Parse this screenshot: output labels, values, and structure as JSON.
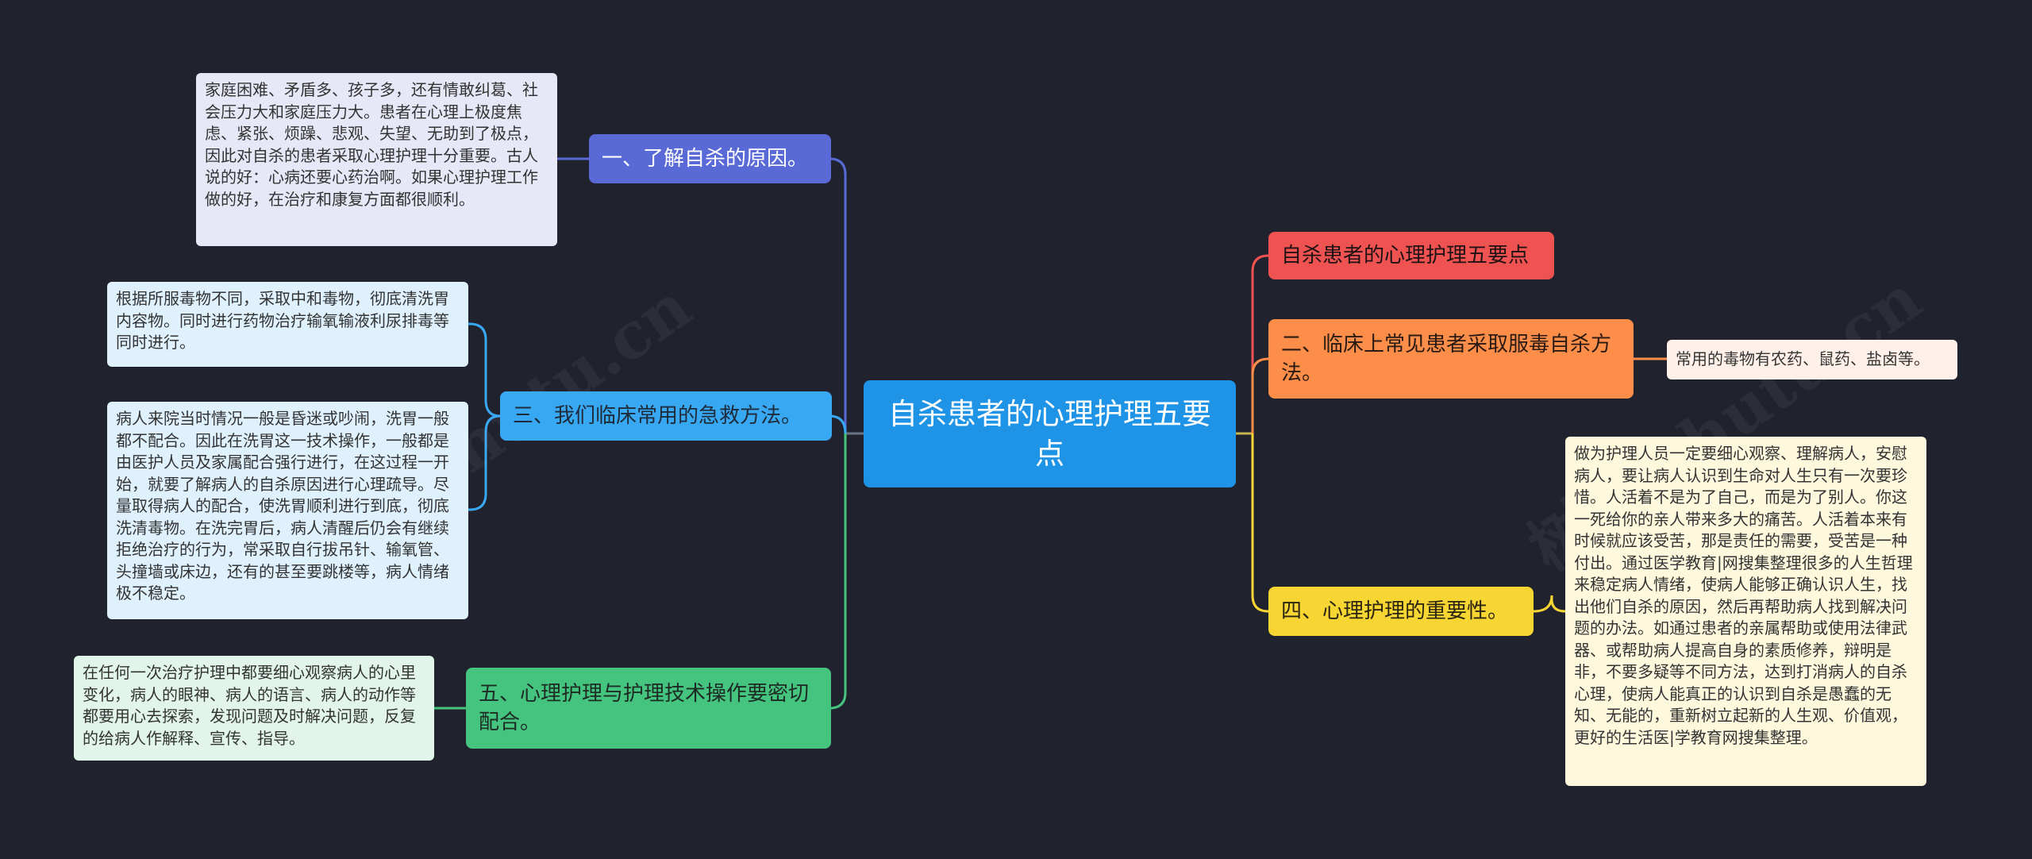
{
  "center": {
    "label": "自杀患者的心理护理五要点"
  },
  "watermark": {
    "left": "树图 shutu.cn",
    "right": "树图 shutu.cn"
  },
  "colors": {
    "background": "#20232e",
    "center": "#1f94e7",
    "topic1": "#5969d6",
    "leaf1": "#e7e8f7",
    "topic3": "#39a8f3",
    "leaf3": "#dff1fd",
    "topic5": "#44c47e",
    "leaf5": "#e1f5ea",
    "title": "#ef5351",
    "topic2": "#fd8e49",
    "leaf2": "#fff1e9",
    "topic4": "#f7d532",
    "leaf4": "#fef9dd"
  },
  "left": [
    {
      "label": "一、了解自杀的原因。",
      "leaves": [
        "家庭困难、矛盾多、孩子多，还有情敢纠葛、社会压力大和家庭压力大。患者在心理上极度焦虑、紧张、烦躁、悲观、失望、无助到了极点，因此对自杀的患者采取心理护理十分重要。古人说的好：心病还要心药治啊。如果心理护理工作做的好，在治疗和康复方面都很顺利。"
      ]
    },
    {
      "label": "三、我们临床常用的急救方法。",
      "leaves": [
        "根据所服毒物不同，采取中和毒物，彻底清洗胃内容物。同时进行药物治疗输氧输液利尿排毒等同时进行。",
        "病人来院当时情况一般是昏迷或吵闹，洗胃一般都不配合。因此在洗胃这一技术操作，一般都是由医护人员及家属配合强行进行，在这过程一开始，就要了解病人的自杀原因进行心理疏导。尽量取得病人的配合，使洗胃顺利进行到底，彻底洗清毒物。在洗完胃后，病人清醒后仍会有继续拒绝治疗的行为，常采取自行拔吊针、输氧管、头撞墙或床边，还有的甚至要跳楼等，病人情绪极不稳定。"
      ]
    },
    {
      "label": "五、心理护理与护理技术操作要密切配合。",
      "leaves": [
        "在任何一次治疗护理中都要细心观察病人的心里变化，病人的眼神、病人的语言、病人的动作等都要用心去探索，发现问题及时解决问题，反复的给病人作解释、宣传、指导。"
      ]
    }
  ],
  "right": [
    {
      "label": "自杀患者的心理护理五要点",
      "leaves": []
    },
    {
      "label": "二、临床上常见患者采取服毒自杀方法。",
      "leaves": [
        "常用的毒物有农药、鼠药、盐卤等。"
      ]
    },
    {
      "label": "四、心理护理的重要性。",
      "leaves": [
        "做为护理人员一定要细心观察、理解病人，安慰病人，要让病人认识到生命对人生只有一次要珍惜。人活着不是为了自己，而是为了别人。你这一死给你的亲人带来多大的痛苦。人活着本来有时候就应该受苦，那是责任的需要，受苦是一种付出。通过医学教育|网搜集整理很多的人生哲理来稳定病人情绪，使病人能够正确认识人生，找出他们自杀的原因，然后再帮助病人找到解决问题的办法。如通过患者的亲属帮助或使用法律武器、或帮助病人提高自身的素质修养，辩明是非，不要多疑等不同方法，达到打消病人的自杀心理，使病人能真正的认识到自杀是愚蠢的无知、无能的，重新树立起新的人生观、价值观，更好的生活医|学教育网搜集整理。"
      ]
    }
  ]
}
